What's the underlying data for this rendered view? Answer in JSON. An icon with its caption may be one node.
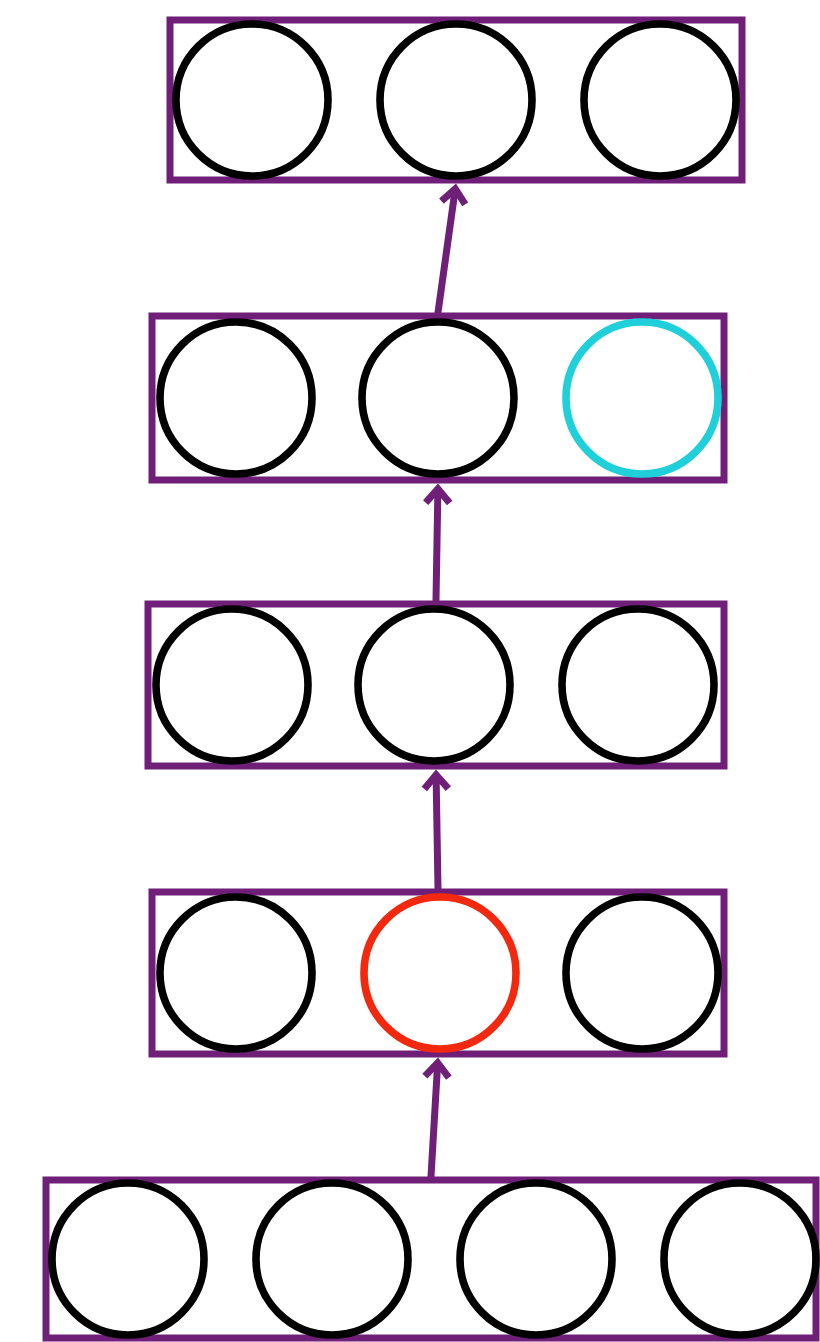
{
  "diagram": {
    "nodes": [
      {
        "text": [],
        "shape": "box"
      },
      {
        "text": [],
        "shape": "circle",
        "in": 0
      },
      {
        "text": [],
        "shape": "circle",
        "in": 0
      },
      {
        "text": [],
        "shape": "circle",
        "in": 0
      },
      {
        "text": [],
        "shape": "box"
      },
      {
        "text": [],
        "shape": "circle",
        "in": 4
      },
      {
        "text": [],
        "shape": "circle",
        "in": 4
      },
      {
        "text": [],
        "shape": "circle",
        "in": 4
      },
      {
        "text": [],
        "shape": "box"
      },
      {
        "text": [],
        "shape": "circle",
        "in": 8
      },
      {
        "text": [],
        "shape": "circle",
        "in": 8
      },
      {
        "text": [],
        "shape": "circle",
        "in": 8
      },
      {
        "text": [],
        "shape": "box"
      },
      {
        "text": [],
        "shape": "circle",
        "in": 12
      },
      {
        "text": [],
        "shape": "circle",
        "in": 12
      },
      {
        "text": [],
        "shape": "circle",
        "in": 12
      },
      {
        "text": [],
        "shape": "box"
      },
      {
        "text": [],
        "shape": "circle",
        "in": 16
      },
      {
        "text": [],
        "shape": "circle",
        "in": 16
      },
      {
        "text": [],
        "shape": "circle",
        "in": 16
      },
      {
        "text": [],
        "shape": "circle",
        "in": 16
      }
    ],
    "edges": [
      {
        "from": 16,
        "to": 12,
        "arrow": "to"
      },
      {
        "from": 12,
        "to": 8,
        "arrow": "to"
      },
      {
        "from": 8,
        "to": 4,
        "arrow": "to"
      },
      {
        "from": 4,
        "to": 0,
        "arrow": "to"
      }
    ]
  }
}
